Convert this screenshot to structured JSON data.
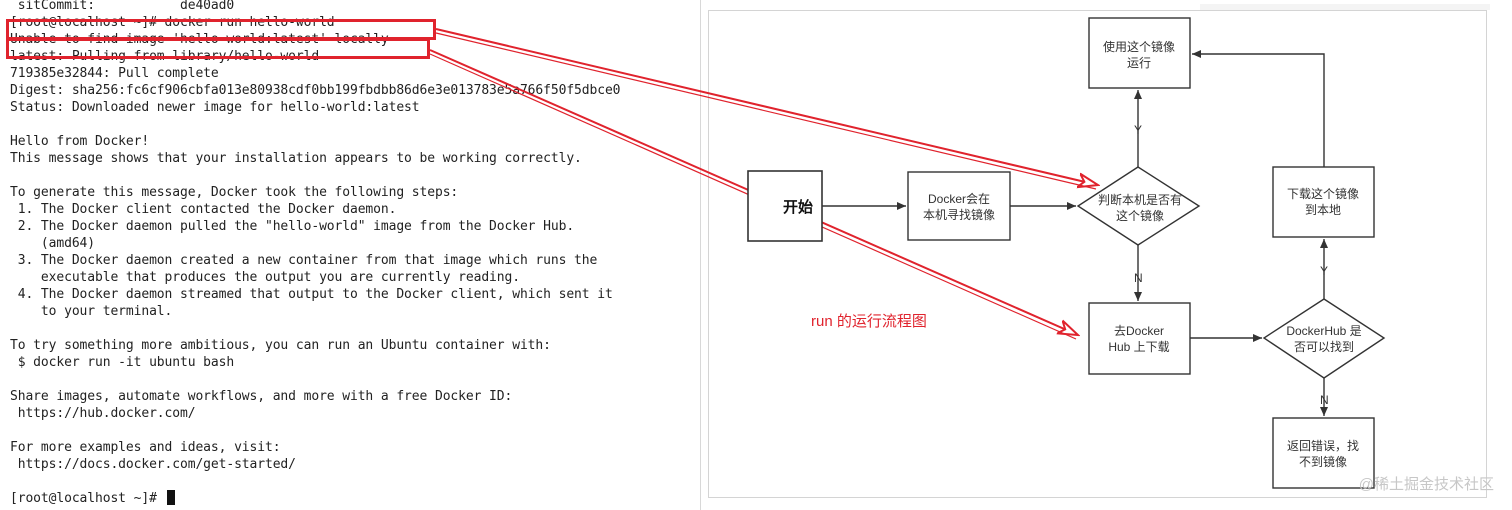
{
  "terminal": {
    "lines": [
      " sitCommit:           de40ad0",
      "[root@localhost ~]# docker run hello-world",
      "Unable to find image 'hello-world:latest' locally",
      "latest: Pulling from library/hello-world",
      "719385e32844: Pull complete",
      "Digest: sha256:fc6cf906cbfa013e80938cdf0bb199fbdbb86d6e3e013783e5a766f50f5dbce0",
      "Status: Downloaded newer image for hello-world:latest",
      "",
      "Hello from Docker!",
      "This message shows that your installation appears to be working correctly.",
      "",
      "To generate this message, Docker took the following steps:",
      " 1. The Docker client contacted the Docker daemon.",
      " 2. The Docker daemon pulled the \"hello-world\" image from the Docker Hub.",
      "    (amd64)",
      " 3. The Docker daemon created a new container from that image which runs the",
      "    executable that produces the output you are currently reading.",
      " 4. The Docker daemon streamed that output to the Docker client, which sent it",
      "    to your terminal.",
      "",
      "To try something more ambitious, you can run an Ubuntu container with:",
      " $ docker run -it ubuntu bash",
      "",
      "Share images, automate workflows, and more with a free Docker ID:",
      " https://hub.docker.com/",
      "",
      "For more examples and ideas, visit:",
      " https://docs.docker.com/get-started/",
      "",
      "[root@localhost ~]# "
    ]
  },
  "flowchart": {
    "start": "开始",
    "local_search": [
      "Docker会在",
      "本机寻找镜像"
    ],
    "check_local": [
      "判断本机是否有",
      "这个镜像"
    ],
    "run_image": [
      "使用这个镜像",
      "运行"
    ],
    "hub_download": [
      "去Docker",
      "Hub 上下载"
    ],
    "check_hub": [
      "DockerHub 是",
      "否可以找到"
    ],
    "download_local": [
      "下载这个镜像",
      "到本地"
    ],
    "error": [
      "返回错误，找",
      "不到镜像"
    ],
    "label_yes": "Y",
    "label_no": "N",
    "caption": "run 的运行流程图"
  },
  "watermark": "@稀土掘金技术社区",
  "colors": {
    "highlight": "#e0232d",
    "node_stroke": "#333333",
    "arrow": "#333333"
  }
}
